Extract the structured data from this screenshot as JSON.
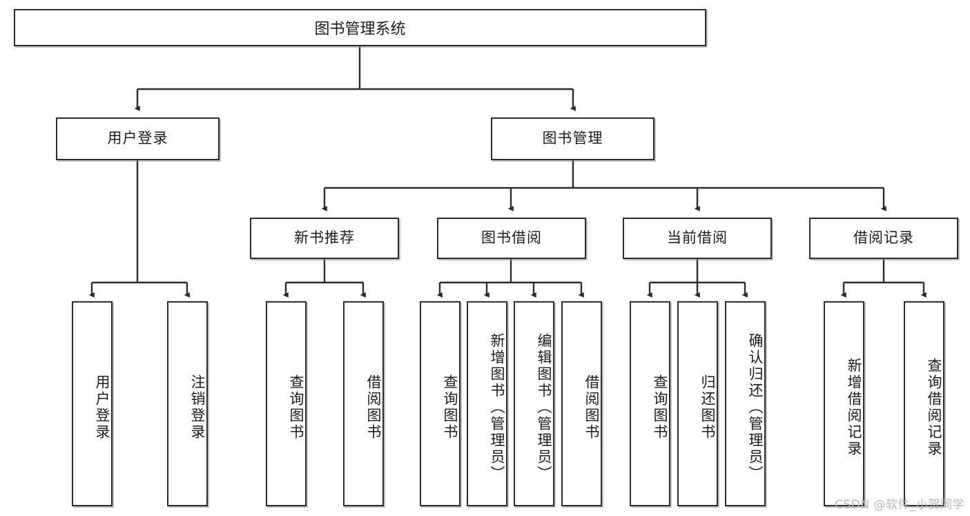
{
  "diagram": {
    "type": "tree-hierarchy",
    "title": "图书管理系统",
    "orientation": "top-down",
    "watermark": "CSDN @软件_小贺同学",
    "colors": {
      "box_border": "#2b2b2b",
      "box_fill": "#ffffff",
      "connector": "#2b2b2b",
      "text": "#1b1b1b",
      "watermark": "#b8b8b8"
    },
    "levels": {
      "root": {
        "label": "图书管理系统"
      },
      "level2": [
        {
          "id": "user-login",
          "label": "用户登录"
        },
        {
          "id": "book-manage",
          "label": "图书管理"
        }
      ],
      "level3": [
        {
          "id": "new-book-recommend",
          "label": "新书推荐",
          "parent": "book-manage"
        },
        {
          "id": "book-borrow",
          "label": "图书借阅",
          "parent": "book-manage"
        },
        {
          "id": "current-borrow",
          "label": "当前借阅",
          "parent": "book-manage"
        },
        {
          "id": "borrow-record",
          "label": "借阅记录",
          "parent": "book-manage"
        }
      ],
      "leaves": [
        {
          "id": "leaf-user-login",
          "label": "用户登录",
          "parent": "user-login"
        },
        {
          "id": "leaf-user-logout",
          "label": "注销登录",
          "parent": "user-login"
        },
        {
          "id": "leaf-rec-query-book",
          "label": "查询图书",
          "parent": "new-book-recommend"
        },
        {
          "id": "leaf-rec-borrow-book",
          "label": "借阅图书",
          "parent": "new-book-recommend"
        },
        {
          "id": "leaf-borrow-query-book",
          "label": "查询图书",
          "parent": "book-borrow"
        },
        {
          "id": "leaf-borrow-add-book",
          "label": "新增图书（管理员）",
          "parent": "book-borrow"
        },
        {
          "id": "leaf-borrow-edit-book",
          "label": "编辑图书（管理员）",
          "parent": "book-borrow"
        },
        {
          "id": "leaf-borrow-borrow-book",
          "label": "借阅图书",
          "parent": "book-borrow"
        },
        {
          "id": "leaf-cur-query-book",
          "label": "查询图书",
          "parent": "current-borrow"
        },
        {
          "id": "leaf-cur-return-book",
          "label": "归还图书",
          "parent": "current-borrow"
        },
        {
          "id": "leaf-cur-confirm-return",
          "label": "确认归还（管理员）",
          "parent": "current-borrow"
        },
        {
          "id": "leaf-rec-add-record",
          "label": "新增借阅记录",
          "parent": "borrow-record"
        },
        {
          "id": "leaf-rec-query-record",
          "label": "查询借阅记录",
          "parent": "borrow-record"
        }
      ]
    }
  }
}
